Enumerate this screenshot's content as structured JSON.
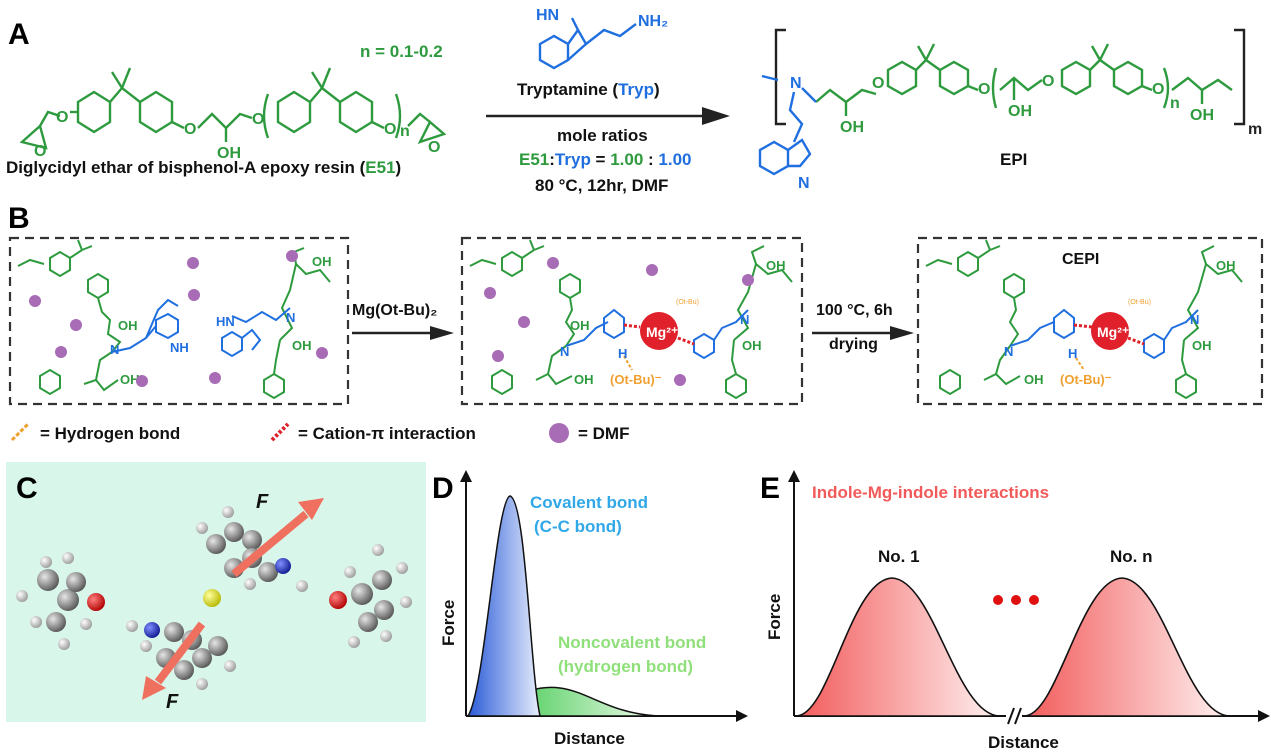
{
  "panels": {
    "A": "A",
    "B": "B",
    "C": "C",
    "D": "D",
    "E": "E"
  },
  "panelA": {
    "n_range": "n = 0.1-0.2",
    "reactant_name_prefix": "Diglycidyl ethar of bisphenol-A epoxy resin (",
    "reactant_code": "E51",
    "reactant_name_suffix": ")",
    "reagent_name_prefix": "Tryptamine (",
    "reagent_code": "Tryp",
    "reagent_name_suffix": ")",
    "ratio_title": "mole ratios",
    "ratio_left_code": "E51",
    "ratio_colon": ":",
    "ratio_right_code": "Tryp",
    "ratio_equals": " = ",
    "ratio_left_value": "1.00",
    "ratio_sep": " : ",
    "ratio_right_value": "1.00",
    "conditions": "80 °C, 12hr, DMF",
    "product": "EPI",
    "subscript_n": "n",
    "subscript_m": "m",
    "atoms": {
      "O": "O",
      "OH": "OH",
      "N": "N",
      "H": "H",
      "HN": "HN",
      "NH2": "NH₂"
    }
  },
  "panelB": {
    "arrow1": "Mg(Ot-Bu)₂",
    "arrow2_top": "100 °C, 6h",
    "arrow2_bottom": "drying",
    "box3_title": "CEPI",
    "mg_label": "Mg²⁺",
    "otbu_label": "(Ot-Bu)⁻",
    "otbu_small": "(Ot-Bu)",
    "legend": {
      "hbond": "= Hydrogen bond",
      "cation_pi": "= Cation-π interaction",
      "dmf": "= DMF"
    },
    "colors": {
      "dmf": "#a86bb5",
      "mg": "#e0202a",
      "hbond": "#f0a030",
      "blue": "#1f6fe0",
      "green": "#2e9a3e"
    }
  },
  "panelC": {
    "force_label": "F",
    "background": "#d8f7ea"
  },
  "panelD": {
    "ylabel": "Force",
    "xlabel": "Distance",
    "covalent_line1": "Covalent bond",
    "covalent_line2": "(C-C bond)",
    "noncovalent_line1": "Noncovalent bond",
    "noncovalent_line2": "(hydrogen bond)"
  },
  "panelE": {
    "title": "Indole-Mg-indole interactions",
    "ylabel": "Force",
    "xlabel": "Distance",
    "peak1": "No. 1",
    "peakn": "No. n",
    "break_mark": "//"
  }
}
